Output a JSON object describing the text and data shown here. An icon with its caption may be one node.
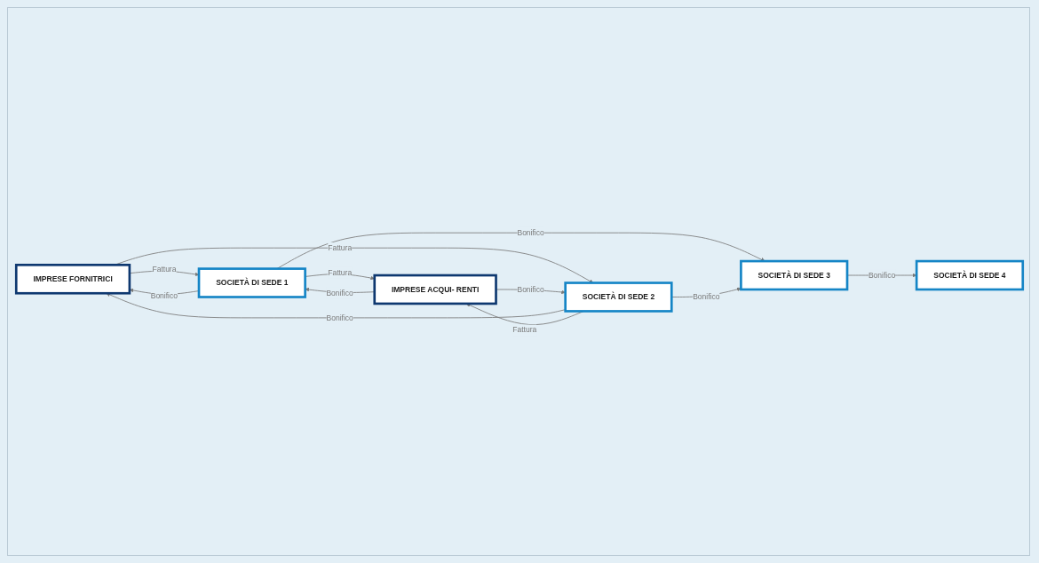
{
  "diagram": {
    "nodes": [
      {
        "text": [
          "IMPRESE FORNITRICI"
        ]
      },
      {
        "text": [
          "SOCIETÀ DI SEDE 1"
        ]
      },
      {
        "text": [
          "IMPRESE ACQUI- RENTI"
        ]
      },
      {
        "text": [
          "SOCIETÀ DI SEDE 2"
        ]
      },
      {
        "text": [
          "SOCIETÀ DI SEDE 3"
        ]
      },
      {
        "text": [
          "SOCIETÀ DI SEDE 4"
        ]
      }
    ],
    "edges": [
      {
        "from": 0,
        "to": 1,
        "arrow": "to",
        "label": "Fattura"
      },
      {
        "from": 1,
        "to": 0,
        "arrow": "to",
        "label": "Bonifico"
      },
      {
        "from": 1,
        "to": 2,
        "arrow": "to",
        "label": "Fattura"
      },
      {
        "from": 2,
        "to": 1,
        "arrow": "to",
        "label": "Bonifico"
      },
      {
        "from": 0,
        "to": 3,
        "arrow": "to",
        "label": "Fattura"
      },
      {
        "from": 3,
        "to": 0,
        "arrow": "to",
        "label": "Bonifico"
      },
      {
        "from": 3,
        "to": 2,
        "arrow": "to",
        "label": "Fattura"
      },
      {
        "from": 2,
        "to": 3,
        "arrow": "to",
        "label": "Bonifico"
      },
      {
        "from": 1,
        "to": 4,
        "arrow": "to",
        "label": "Bonifico"
      },
      {
        "from": 3,
        "to": 4,
        "arrow": "to",
        "label": "Bonifico"
      },
      {
        "from": 4,
        "to": 5,
        "arrow": "to",
        "label": "Bonifico"
      }
    ]
  }
}
